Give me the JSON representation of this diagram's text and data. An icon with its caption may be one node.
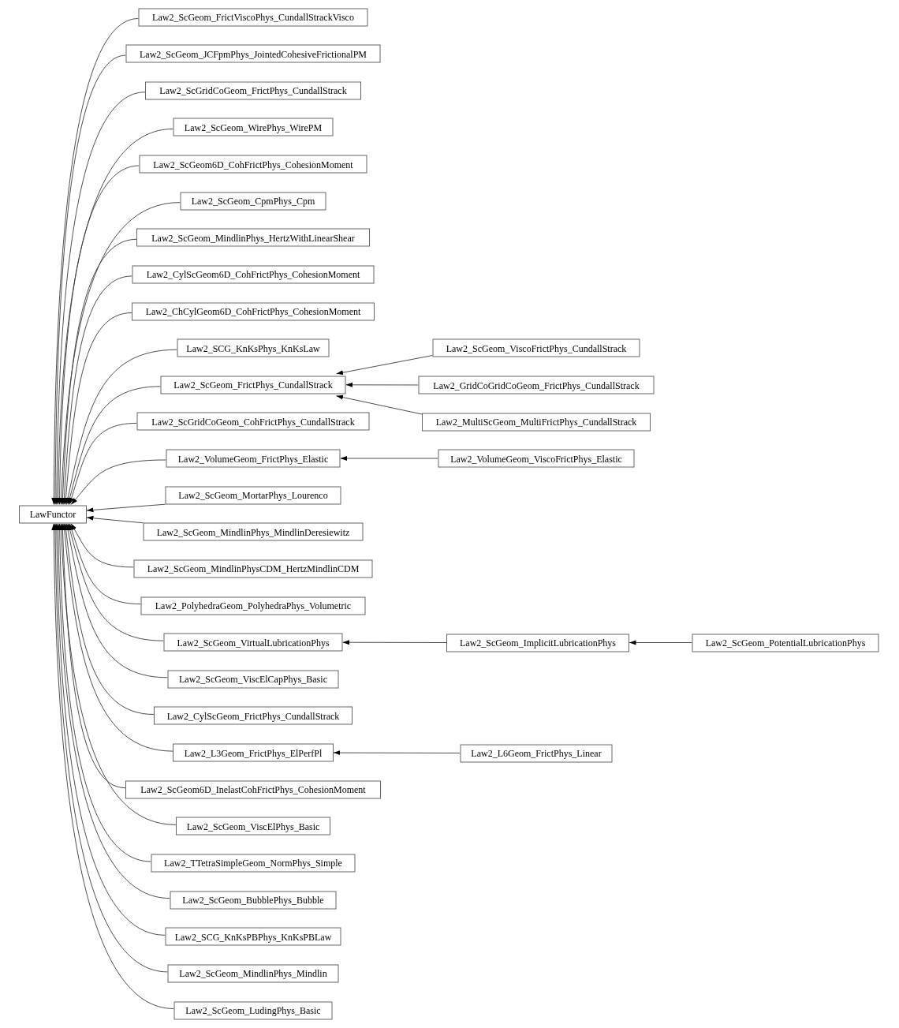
{
  "diagram": {
    "nodes": [
      {
        "text": [
          "LawFunctor"
        ]
      },
      {
        "text": [
          "Law2_ScGeom_FrictViscoPhys_CundallStrackVisco"
        ]
      },
      {
        "text": [
          "Law2_ScGeom_JCFpmPhys_JointedCohesiveFrictionalPM"
        ]
      },
      {
        "text": [
          "Law2_ScGridCoGeom_FrictPhys_CundallStrack"
        ]
      },
      {
        "text": [
          "Law2_ScGeom_WirePhys_WirePM"
        ]
      },
      {
        "text": [
          "Law2_ScGeom6D_CohFrictPhys_CohesionMoment"
        ]
      },
      {
        "text": [
          "Law2_ScGeom_CpmPhys_Cpm"
        ]
      },
      {
        "text": [
          "Law2_ScGeom_MindlinPhys_HertzWithLinearShear"
        ]
      },
      {
        "text": [
          "Law2_CylScGeom6D_CohFrictPhys_CohesionMoment"
        ]
      },
      {
        "text": [
          "Law2_ChCylGeom6D_CohFrictPhys_CohesionMoment"
        ]
      },
      {
        "text": [
          "Law2_SCG_KnKsPhys_KnKsLaw"
        ]
      },
      {
        "text": [
          "Law2_ScGeom_FrictPhys_CundallStrack"
        ]
      },
      {
        "text": [
          "Law2_ScGridCoGeom_CohFrictPhys_CundallStrack"
        ]
      },
      {
        "text": [
          "Law2_VolumeGeom_FrictPhys_Elastic"
        ]
      },
      {
        "text": [
          "Law2_ScGeom_MortarPhys_Lourenco"
        ]
      },
      {
        "text": [
          "Law2_ScGeom_MindlinPhys_MindlinDeresiewitz"
        ]
      },
      {
        "text": [
          "Law2_ScGeom_MindlinPhysCDM_HertzMindlinCDM"
        ]
      },
      {
        "text": [
          "Law2_PolyhedraGeom_PolyhedraPhys_Volumetric"
        ]
      },
      {
        "text": [
          "Law2_ScGeom_VirtualLubricationPhys"
        ]
      },
      {
        "text": [
          "Law2_ScGeom_ViscElCapPhys_Basic"
        ]
      },
      {
        "text": [
          "Law2_CylScGeom_FrictPhys_CundallStrack"
        ]
      },
      {
        "text": [
          "Law2_L3Geom_FrictPhys_ElPerfPl"
        ]
      },
      {
        "text": [
          "Law2_ScGeom6D_InelastCohFrictPhys_CohesionMoment"
        ]
      },
      {
        "text": [
          "Law2_ScGeom_ViscElPhys_Basic"
        ]
      },
      {
        "text": [
          "Law2_TTetraSimpleGeom_NormPhys_Simple"
        ]
      },
      {
        "text": [
          "Law2_ScGeom_BubblePhys_Bubble"
        ]
      },
      {
        "text": [
          "Law2_SCG_KnKsPBPhys_KnKsPBLaw"
        ]
      },
      {
        "text": [
          "Law2_ScGeom_MindlinPhys_Mindlin"
        ]
      },
      {
        "text": [
          "Law2_ScGeom_LudingPhys_Basic"
        ]
      },
      {
        "text": [
          "Law2_ScGeom_ViscoFrictPhys_CundallStrack"
        ]
      },
      {
        "text": [
          "Law2_GridCoGridCoGeom_FrictPhys_CundallStrack"
        ]
      },
      {
        "text": [
          "Law2_MultiScGeom_MultiFrictPhys_CundallStrack"
        ]
      },
      {
        "text": [
          "Law2_VolumeGeom_ViscoFrictPhys_Elastic"
        ]
      },
      {
        "text": [
          "Law2_ScGeom_ImplicitLubricationPhys"
        ]
      },
      {
        "text": [
          "Law2_L6Geom_FrictPhys_Linear"
        ]
      },
      {
        "text": [
          "Law2_ScGeom_PotentialLubricationPhys"
        ]
      }
    ],
    "edges": [
      {
        "from": 1,
        "to": 0,
        "arrow": "to"
      },
      {
        "from": 2,
        "to": 0,
        "arrow": "to"
      },
      {
        "from": 3,
        "to": 0,
        "arrow": "to"
      },
      {
        "from": 4,
        "to": 0,
        "arrow": "to"
      },
      {
        "from": 5,
        "to": 0,
        "arrow": "to"
      },
      {
        "from": 6,
        "to": 0,
        "arrow": "to"
      },
      {
        "from": 7,
        "to": 0,
        "arrow": "to"
      },
      {
        "from": 8,
        "to": 0,
        "arrow": "to"
      },
      {
        "from": 9,
        "to": 0,
        "arrow": "to"
      },
      {
        "from": 10,
        "to": 0,
        "arrow": "to"
      },
      {
        "from": 11,
        "to": 0,
        "arrow": "to"
      },
      {
        "from": 12,
        "to": 0,
        "arrow": "to"
      },
      {
        "from": 13,
        "to": 0,
        "arrow": "to"
      },
      {
        "from": 14,
        "to": 0,
        "arrow": "to"
      },
      {
        "from": 15,
        "to": 0,
        "arrow": "to"
      },
      {
        "from": 16,
        "to": 0,
        "arrow": "to"
      },
      {
        "from": 17,
        "to": 0,
        "arrow": "to"
      },
      {
        "from": 18,
        "to": 0,
        "arrow": "to"
      },
      {
        "from": 19,
        "to": 0,
        "arrow": "to"
      },
      {
        "from": 20,
        "to": 0,
        "arrow": "to"
      },
      {
        "from": 21,
        "to": 0,
        "arrow": "to"
      },
      {
        "from": 22,
        "to": 0,
        "arrow": "to"
      },
      {
        "from": 23,
        "to": 0,
        "arrow": "to"
      },
      {
        "from": 24,
        "to": 0,
        "arrow": "to"
      },
      {
        "from": 25,
        "to": 0,
        "arrow": "to"
      },
      {
        "from": 26,
        "to": 0,
        "arrow": "to"
      },
      {
        "from": 27,
        "to": 0,
        "arrow": "to"
      },
      {
        "from": 28,
        "to": 0,
        "arrow": "to"
      },
      {
        "from": 29,
        "to": 11,
        "arrow": "to"
      },
      {
        "from": 30,
        "to": 11,
        "arrow": "to"
      },
      {
        "from": 31,
        "to": 11,
        "arrow": "to"
      },
      {
        "from": 32,
        "to": 13,
        "arrow": "to"
      },
      {
        "from": 33,
        "to": 18,
        "arrow": "to"
      },
      {
        "from": 34,
        "to": 21,
        "arrow": "to"
      },
      {
        "from": 35,
        "to": 33,
        "arrow": "to"
      }
    ]
  }
}
